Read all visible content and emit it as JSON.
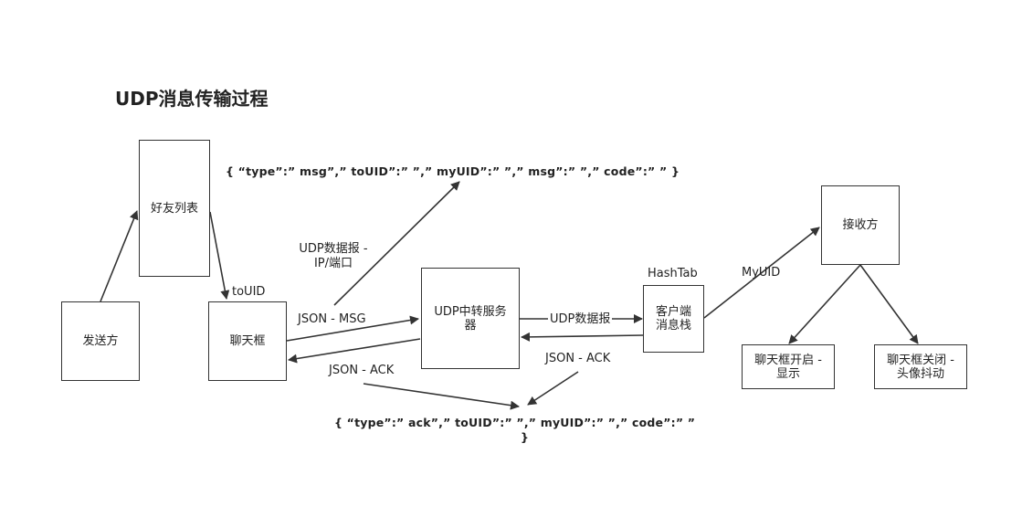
{
  "title": "UDP消息传输过程",
  "nodes": {
    "sender": "发送方",
    "friend_list": "好友列表",
    "chat_box": "聊天框",
    "udp_server": "UDP中转服务器",
    "client_stack": "客户端消息栈",
    "receiver": "接收方",
    "chat_open": "聊天框开启 - 显示",
    "chat_closed": "聊天框关闭 - 头像抖动"
  },
  "edge_labels": {
    "touid": "toUID",
    "udp_packet_ip_1": "UDP数据报 -",
    "udp_packet_ip_2": "IP/端口",
    "json_msg": "JSON - MSG",
    "json_ack_left": "JSON - ACK",
    "udp_packet": "UDP数据报",
    "hashtab": "HashTab",
    "json_ack_right": "JSON - ACK",
    "myuid": "MyUID"
  },
  "json_samples": {
    "msg": "{ “type”:” msg”,” toUID”:” ”,” myUID”:” ”,” msg”:” ”,” code”:” ” }",
    "ack_line1": "{ “type”:” ack”,” toUID”:” ”,” myUID”:” ”,” code”:” ”",
    "ack_line2": "}"
  }
}
